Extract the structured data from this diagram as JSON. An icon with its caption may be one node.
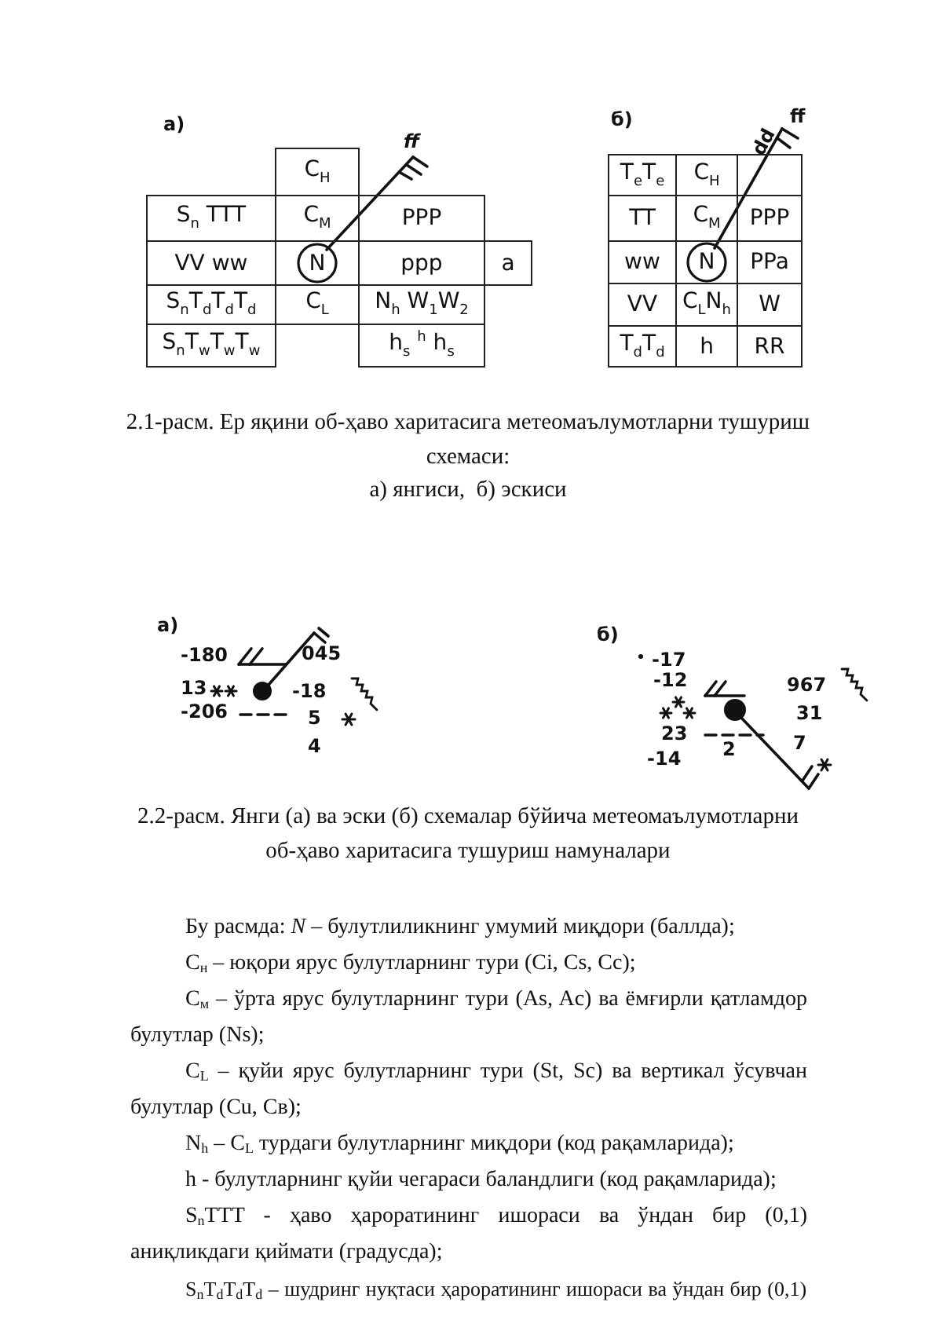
{
  "diagram": {
    "nodes": [
      {
        "text": [
          "C$_{H}$"
        ]
      },
      {
        "text": [
          "S$_{n}$ TTT"
        ]
      },
      {
        "text": [
          "C$_{M}$"
        ]
      },
      {
        "text": [
          "PPP"
        ]
      },
      {
        "text": [
          "VV ww"
        ]
      },
      {
        "text": [
          "N"
        ]
      },
      {
        "text": [
          "ppp"
        ]
      },
      {
        "text": [
          "a"
        ]
      },
      {
        "text": [
          "S$_{n}$T$_{d}$T$_{d}$T$_{d}$"
        ]
      },
      {
        "text": [
          "C$_{L}$"
        ]
      },
      {
        "text": [
          "N$_{h}$ W$_{1}$W$_{2}$"
        ]
      },
      {
        "text": [
          "S$_{n}$T$_{w}$T$_{w}$T$_{w}$"
        ]
      },
      {
        "text": [
          "h$_{s}$ $^{h}$ h$_{s}$"
        ]
      },
      {
        "text": [
          "T$_{e}$T$_{e}$"
        ]
      },
      {
        "text": [
          "C$_{H}$"
        ]
      },
      {
        "text": [],
        "shape": "box"
      },
      {
        "text": [
          "TT"
        ]
      },
      {
        "text": [
          "C$_{M}$"
        ]
      },
      {
        "text": [
          "PPP"
        ]
      },
      {
        "text": [
          "ww"
        ]
      },
      {
        "text": [
          "N"
        ]
      },
      {
        "text": [
          "PPa"
        ]
      },
      {
        "text": [
          "VV"
        ]
      },
      {
        "text": [
          "C$_{L}$N$_{h}$"
        ]
      },
      {
        "text": [
          "W"
        ]
      },
      {
        "text": [
          "T$_{d}$T$_{d}$"
        ]
      },
      {
        "text": [
          "h"
        ]
      },
      {
        "text": [
          "RR"
        ]
      }
    ],
    "labels": [
      "а)",
      "ff",
      "б)",
      "dd",
      "ff",
      "2.1-расм. Ер яқини об-ҳаво харитасига метеомаълумотларни тушуриш схемаси:",
      "а) янгиси,  б) эскиси",
      "а)",
      "-180",
      "13",
      "-206",
      "045",
      "-18",
      "5",
      "4",
      "б)",
      "-17",
      "-12",
      "23",
      "-14",
      "967",
      "31",
      "7",
      "2",
      "2.2-расм. Янги (а) ва эски (б) схемалар бўйича метеомаълумотларни об-ҳаво харитасига тушуриш намуналари",
      "Бу расмда:     *N* – булутлиликнинг умумий миқдори (баллда);",
      "C$_{н}$ – юқори ярус булутларнинг тури (Ci, Cs, Cc);",
      "C$_{м}$ – ўрта ярус булутларнинг тури (As, Ac) ва ёмғирли қатламдор булутлар (Ns);",
      "C$_{L}$ – қуйи ярус булутларнинг тури (St, Sc) ва вертикал ўсувчан булутлар (Cu,  Cв);",
      "N$_{h}$ – C$_{L}$ турдаги булутларнинг миқдори (код рақамларида);",
      "h -    булутларнинг қуйи чегараси баландлиги (код рақамларида);",
      "S$_{n}$TTT -  ҳаво ҳароратининг ишораси ва ўндан бир (0,1) аниқликдаги қиймати (градусда);",
      "S$_{n}$T$_{d}$T$_{d}$T$_{d}$ – шудринг нуқтаси ҳароратининг ишораси ва ўндан бир (0,1)"
    ]
  }
}
